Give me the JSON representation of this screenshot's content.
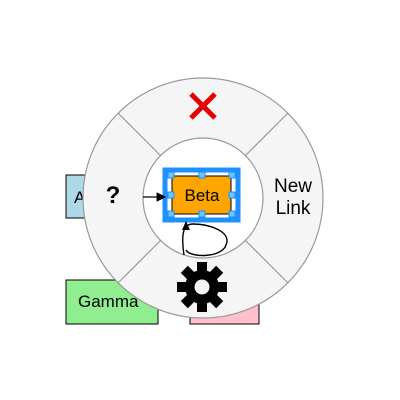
{
  "diagram": {
    "nodes": [
      {
        "id": "alpha",
        "label": "Alpha",
        "fill": "#add8e6",
        "stroke": "#000000"
      },
      {
        "id": "gamma",
        "label": "Gamma",
        "fill": "#90ee90",
        "stroke": "#000000"
      },
      {
        "id": "delta",
        "label": "",
        "fill": "#ffc0cb",
        "stroke": "#000000"
      },
      {
        "id": "beta",
        "label": "Beta",
        "fill": "#ffa500",
        "stroke": "#000000",
        "selected": true
      }
    ],
    "selection_color": "#1e90ff"
  },
  "radial_menu": {
    "delete": {
      "icon": "delete-x-icon",
      "color": "#e60000"
    },
    "new_link": {
      "line1": "New",
      "line2": "Link"
    },
    "settings": {
      "icon": "gear-icon",
      "color": "#000000"
    },
    "help": {
      "label": "?"
    },
    "ring_fill": "#f5f5f5",
    "ring_stroke": "#999999"
  }
}
